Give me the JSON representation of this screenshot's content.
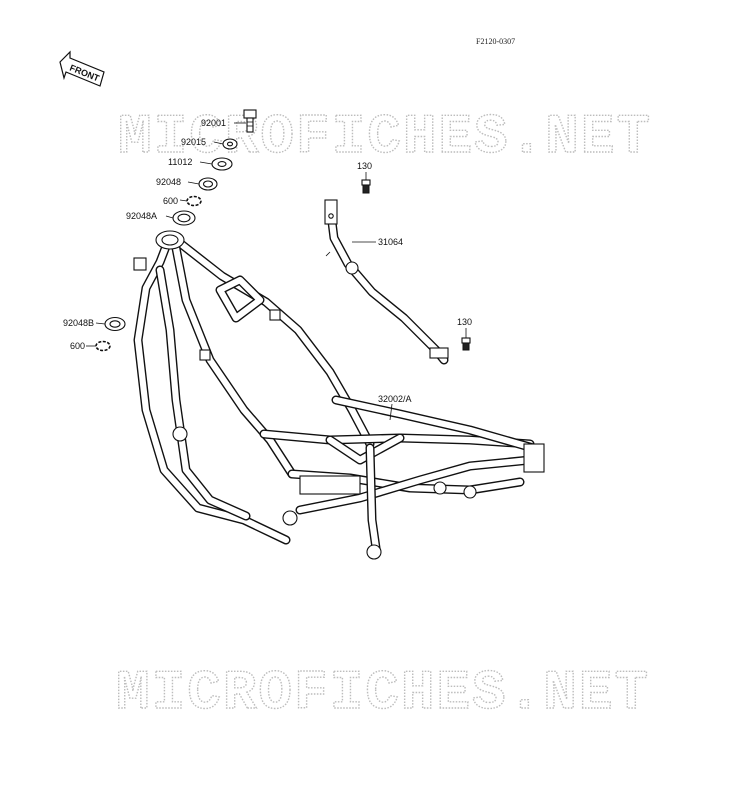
{
  "diagram_ref": "F2120-0307",
  "front_label": "FRONT",
  "watermark": "MICROFICHES.NET",
  "parts": [
    {
      "id": "p92001",
      "number": "92001"
    },
    {
      "id": "p92015",
      "number": "92015"
    },
    {
      "id": "p11012",
      "number": "11012"
    },
    {
      "id": "p92048",
      "number": "92048"
    },
    {
      "id": "p600a",
      "number": "600"
    },
    {
      "id": "p92048A",
      "number": "92048A"
    },
    {
      "id": "p130a",
      "number": "130"
    },
    {
      "id": "p31064",
      "number": "31064"
    },
    {
      "id": "p130b",
      "number": "130"
    },
    {
      "id": "p92048B",
      "number": "92048B"
    },
    {
      "id": "p600b",
      "number": "600"
    },
    {
      "id": "p32002A",
      "number": "32002/A"
    }
  ]
}
